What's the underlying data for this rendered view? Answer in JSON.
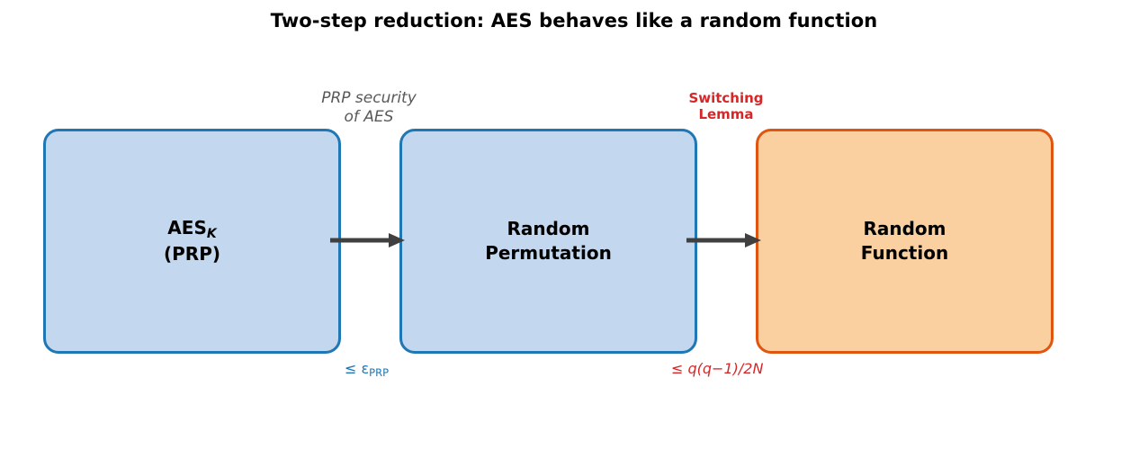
{
  "title": "Two-step reduction: AES behaves like a random function",
  "boxes": [
    {
      "name": "aes-prp",
      "line1_main": "AES",
      "line1_sub": "K",
      "line2": "(PRP)",
      "fill": "#c3d7ef",
      "border": "#1f77b4"
    },
    {
      "name": "random-permutation",
      "line1": "Random",
      "line2": "Permutation",
      "fill": "#c3d7ef",
      "border": "#1f77b4"
    },
    {
      "name": "random-function",
      "line1": "Random",
      "line2": "Function",
      "fill": "#fad0a0",
      "border": "#e0550f"
    }
  ],
  "edges": [
    {
      "name": "prp-security",
      "top_label_line1": "PRP security",
      "top_label_line2": "of AES",
      "top_label_color": "#595959",
      "bound_relation": "≤",
      "bound_symbol": "ε",
      "bound_subscript": "PRP",
      "bound_color": "#1f77b4"
    },
    {
      "name": "switching-lemma",
      "top_label_line1": "Switching",
      "top_label_line2": "Lemma",
      "top_label_color": "#d62728",
      "bound_relation": "≤",
      "bound_expression": "q(q−1)/2N",
      "bound_color": "#d62728"
    }
  ],
  "arrow_color": "#404040"
}
